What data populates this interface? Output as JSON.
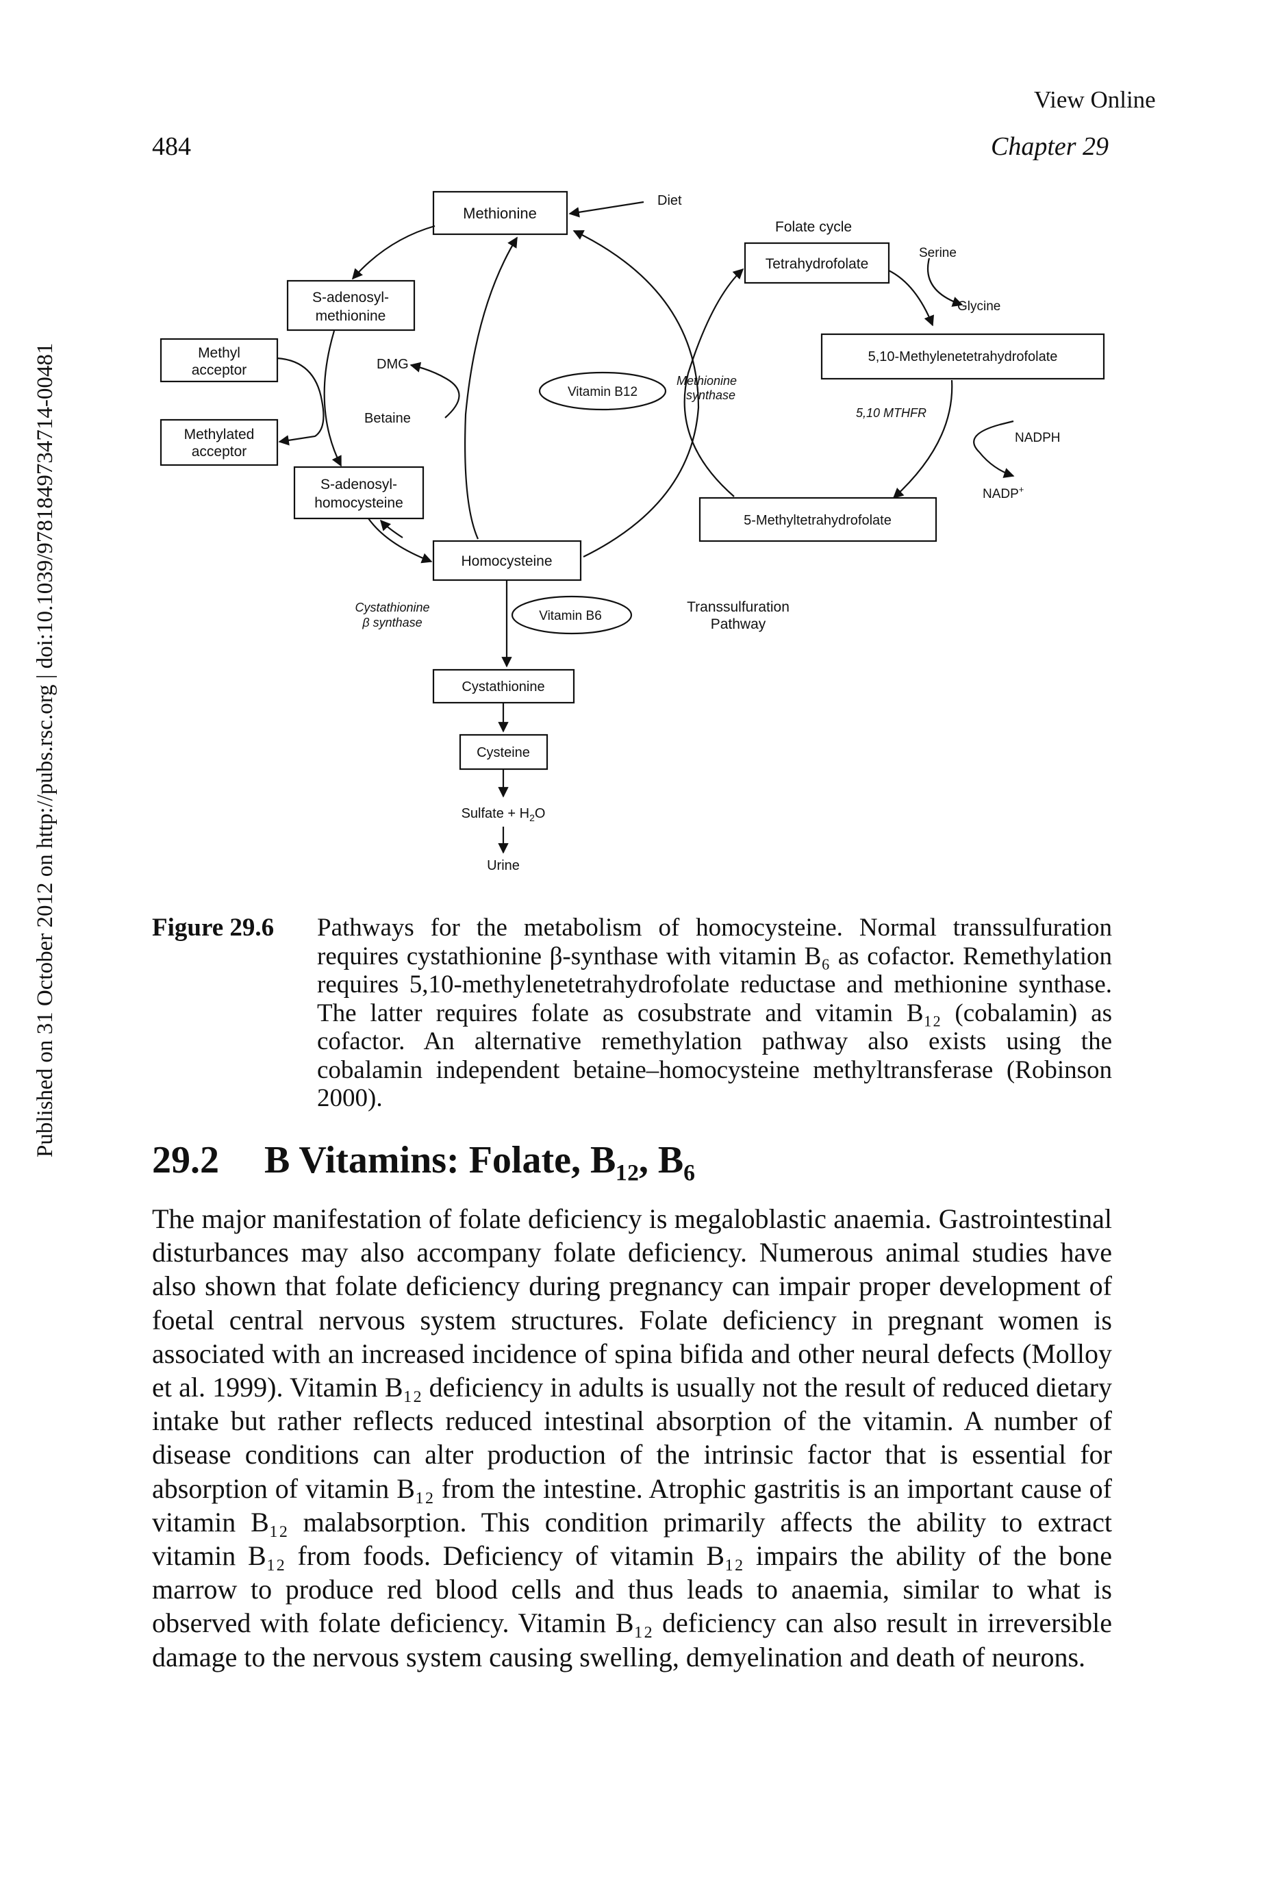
{
  "header": {
    "view_online": "View Online",
    "page_number": "484",
    "chapter": "Chapter 29"
  },
  "side_note": "Published on 31 October 2012 on http://pubs.rsc.org | doi:10.1039/9781849734714-00481",
  "figure": {
    "nodes": {
      "methionine": "Methionine",
      "diet": "Diet",
      "folate_cycle": "Folate cycle",
      "thf": "Tetrahydrofolate",
      "serine": "Serine",
      "glycine": "Glycine",
      "sam_1": "S-adenosyl-",
      "sam_2": "methionine",
      "methyl_acceptor_1": "Methyl",
      "methyl_acceptor_2": "acceptor",
      "methylated_acceptor_1": "Methylated",
      "methylated_acceptor_2": "acceptor",
      "dmg": "DMG",
      "betaine": "Betaine",
      "vitamin_b12": "Vitamin B12",
      "methionine_synthase_1": "Methionine",
      "methionine_synthase_2": "synthase",
      "mthf_reductase_substrate": "5,10-Methylenetetrahydrofolate",
      "mthfr": "5,10 MTHFR",
      "nadph": "NADPH",
      "nadp_1": "NADP",
      "nadp_2": "+",
      "methyl_thf": "5-Methyltetrahydrofolate",
      "sah_1": "S-adenosyl-",
      "sah_2": "homocysteine",
      "homocysteine": "Homocysteine",
      "cbs_1": "Cystathionine",
      "cbs_2": "β synthase",
      "vitamin_b6": "Vitamin B6",
      "transsulfuration_1": "Transsulfuration",
      "transsulfuration_2": "Pathway",
      "cystathionine": "Cystathionine",
      "cysteine": "Cysteine",
      "sulfate_1": "Sulfate + H",
      "sulfate_2": "2",
      "sulfate_3": "O",
      "urine": "Urine"
    }
  },
  "caption": {
    "label": "Figure 29.6",
    "text": "Pathways for the metabolism of homocysteine. Normal transsulfuration requires cystathionine β-synthase with vitamin B₆ as cofactor. Remethylation requires 5,10-methylenetetrahydrofolate reductase and methionine synthase. The latter requires folate as cosubstrate and vitamin B₁₂ (cobalamin) as cofactor. An alternative remethylation pathway also exists using the cobalamin independent betaine–homocysteine methyltransferase (Robinson 2000)."
  },
  "section": {
    "number": "29.2",
    "title": "B Vitamins: Folate, B₁₂, B₆"
  },
  "body": {
    "paragraph": "The major manifestation of folate deficiency is megaloblastic anaemia. Gastrointestinal disturbances may also accompany folate deficiency. Numerous animal studies have also shown that folate deficiency during pregnancy can impair proper development of foetal central nervous system structures. Folate deficiency in pregnant women is associated with an increased incidence of spina bifida and other neural defects (Molloy et al. 1999). Vitamin B₁₂ deficiency in adults is usually not the result of reduced dietary intake but rather reflects reduced intestinal absorption of the vitamin. A number of disease conditions can alter production of the intrinsic factor that is essential for absorption of vitamin B₁₂ from the intestine. Atrophic gastritis is an important cause of vitamin B₁₂ malabsorption. This condition primarily affects the ability to extract vitamin B₁₂ from foods. Deficiency of vitamin B₁₂ impairs the ability of the bone marrow to produce red blood cells and thus leads to anaemia, similar to what is observed with folate deficiency. Vitamin B₁₂ deficiency can also result in irreversible damage to the nervous system causing swelling, demyelination and death of neurons."
  }
}
